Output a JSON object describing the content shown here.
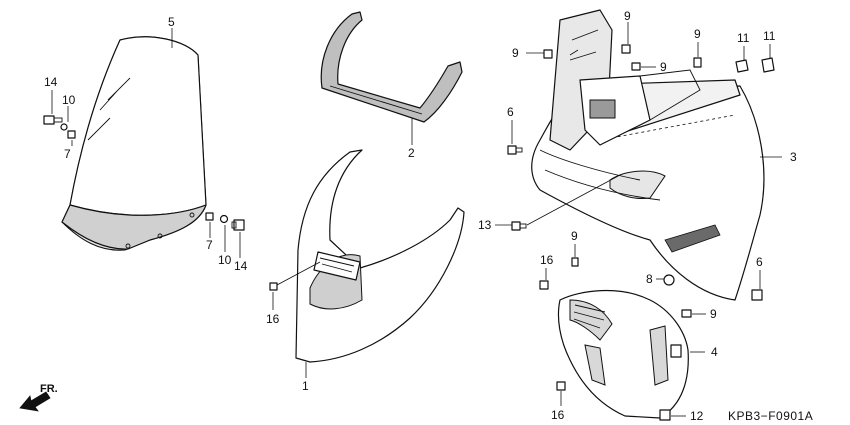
{
  "diagram": {
    "code": "KPB3−F0901A",
    "direction_label": "FR.",
    "callouts": {
      "c1": "1",
      "c2": "2",
      "c3": "3",
      "c4": "4",
      "c5": "5",
      "c6a": "6",
      "c6b": "6",
      "c7a": "7",
      "c7b": "7",
      "c8": "8",
      "c9a": "9",
      "c9b": "9",
      "c9c": "9",
      "c9d": "9",
      "c9e": "9",
      "c9f": "9",
      "c10a": "10",
      "c10b": "10",
      "c11a": "11",
      "c11b": "11",
      "c12": "12",
      "c13": "13",
      "c14a": "14",
      "c14b": "14",
      "c16a": "16",
      "c16b": "16",
      "c16c": "16"
    }
  }
}
